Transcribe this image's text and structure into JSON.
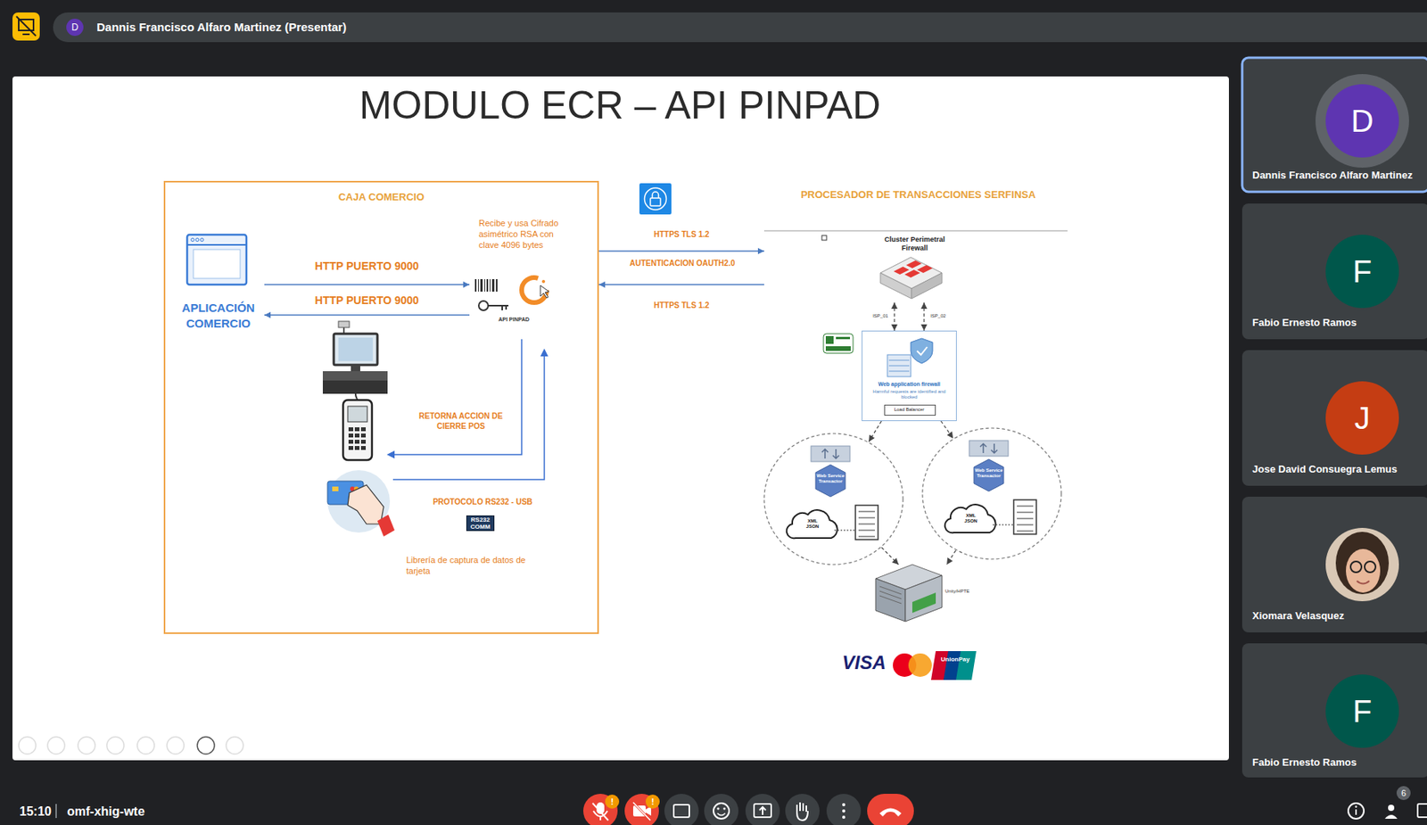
{
  "diagram": {
    "title": "MODULO ECR – API PINPAD",
    "nodes": [
      {
        "text": [
          "CAJA COMERCIO"
        ]
      },
      {
        "text": [
          "APLICACIÓN COMERCIO"
        ],
        "in": 0
      },
      {
        "text": [
          "API PINPAD"
        ],
        "in": 0
      },
      {
        "text": [
          "PROCESADOR DE TRANSACCIONES SERFINSA"
        ]
      },
      {
        "text": [
          "Cluster Perimetral Firewall"
        ],
        "in": 3
      },
      {
        "text": [
          "Web application firewall",
          "Harmful requests are identified and blocked"
        ],
        "in": 3
      },
      {
        "text": [
          "Load Balancer"
        ],
        "in": 5
      },
      {
        "text": [
          "Web Service Transactor",
          "XML JSON"
        ],
        "in": 3
      },
      {
        "text": [
          "Web Service Transactor",
          "XML JSON"
        ],
        "in": 3
      },
      {
        "text": [
          "Unity/HPTE"
        ],
        "in": 3
      }
    ],
    "edges": [
      {
        "from": 1,
        "to": 2,
        "label": "HTTP PUERTO 9000",
        "arrow": "to"
      },
      {
        "from": 2,
        "to": 1,
        "label": "HTTP PUERTO 9000",
        "arrow": "to"
      },
      {
        "from": 0,
        "to": 3,
        "label": "HTTPS TLS 1.2",
        "arrow": "to"
      },
      {
        "from": 3,
        "to": 0,
        "label": "HTTPS TLS 1.2",
        "arrow": "to"
      },
      {
        "from": 4,
        "to": 5,
        "label": "ISP_01",
        "arrow": "both"
      },
      {
        "from": 4,
        "to": 5,
        "label": "ISP_02",
        "arrow": "both"
      },
      {
        "from": 5,
        "to": 7,
        "arrow": "to"
      },
      {
        "from": 5,
        "to": 8,
        "arrow": "to"
      },
      {
        "from": 7,
        "to": 9,
        "arrow": "to"
      },
      {
        "from": 8,
        "to": 9,
        "arrow": "to"
      }
    ],
    "labels": [
      "Recibe y usa Cifrado asimétrico RSA con clave 4096 bytes",
      "RETORNA ACCION DE CIERRE POS",
      "PROTOCOLO RS232 - USB",
      "RS232 COMM",
      "Librería de captura de datos de tarjeta",
      "AUTENTICACION OAUTH2.0",
      "VISA",
      "UnionPay",
      "Dannis Francisco Alfaro Martinez (Presentar)",
      "D",
      "D",
      "Dannis Francisco Alfaro Martinez",
      "F",
      "Fabio Ernesto Ramos",
      "J",
      "Jose David Consuegra Lemus",
      "Xiomara Velasquez",
      "F",
      "Fabio Ernesto Ramos",
      "15:10",
      "omf-xhig-wte",
      "!",
      "!",
      "6"
    ]
  }
}
